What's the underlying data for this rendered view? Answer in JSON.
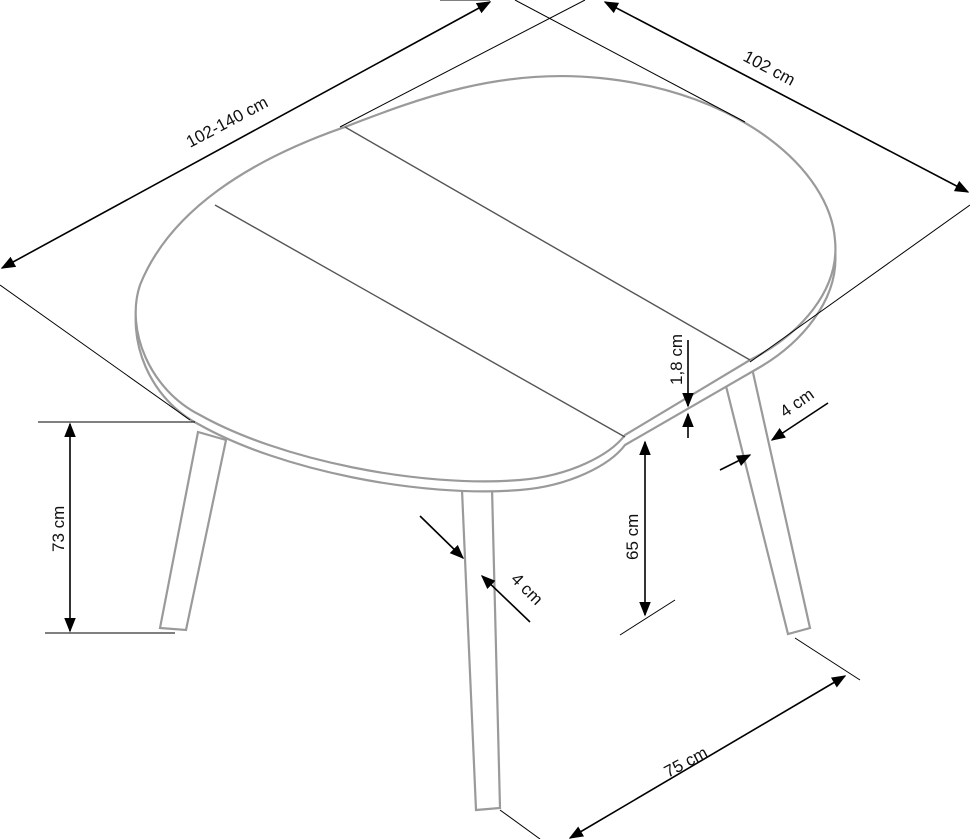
{
  "title": "Extendable round table dimension drawing",
  "dimensions": {
    "length": "102-140 cm",
    "width": "102 cm",
    "top_thickness": "1,8 cm",
    "leg_width_front": "4 cm",
    "leg_width_right": "4 cm",
    "total_height": "73 cm",
    "clearance_height": "65 cm",
    "leg_spacing": "75 cm"
  },
  "colors": {
    "line": "#000000",
    "outline": "#9a9a9a"
  }
}
